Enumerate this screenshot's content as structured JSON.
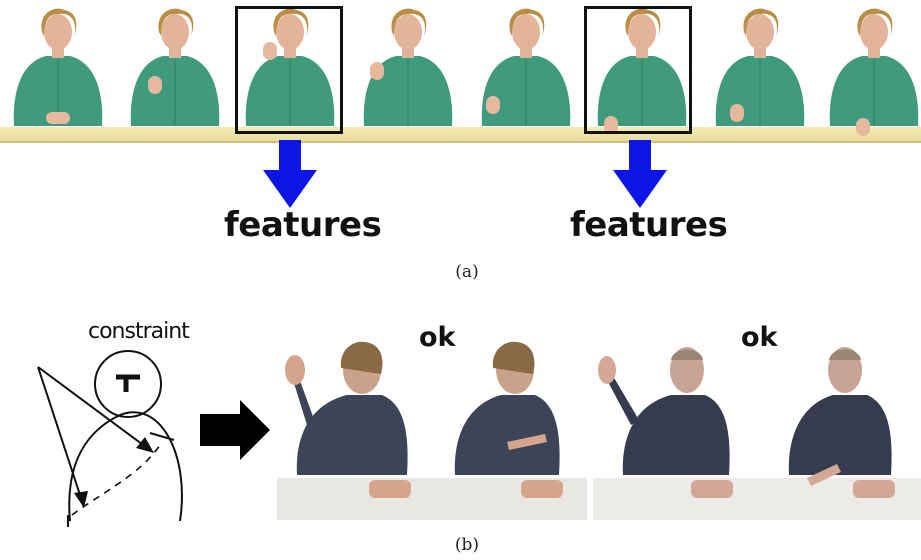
{
  "panel_a": {
    "features_left": "features",
    "features_right": "features",
    "caption": "(a)"
  },
  "panel_b": {
    "constraint": "constraint",
    "ok_left": "ok",
    "ok_right": "ok",
    "caption": "(b)"
  },
  "colors": {
    "shirt": "#3f9a7e",
    "arrow_blue": "#0b16e6",
    "desk": "#efe6ab",
    "signer_shirt": "#3d4458"
  }
}
